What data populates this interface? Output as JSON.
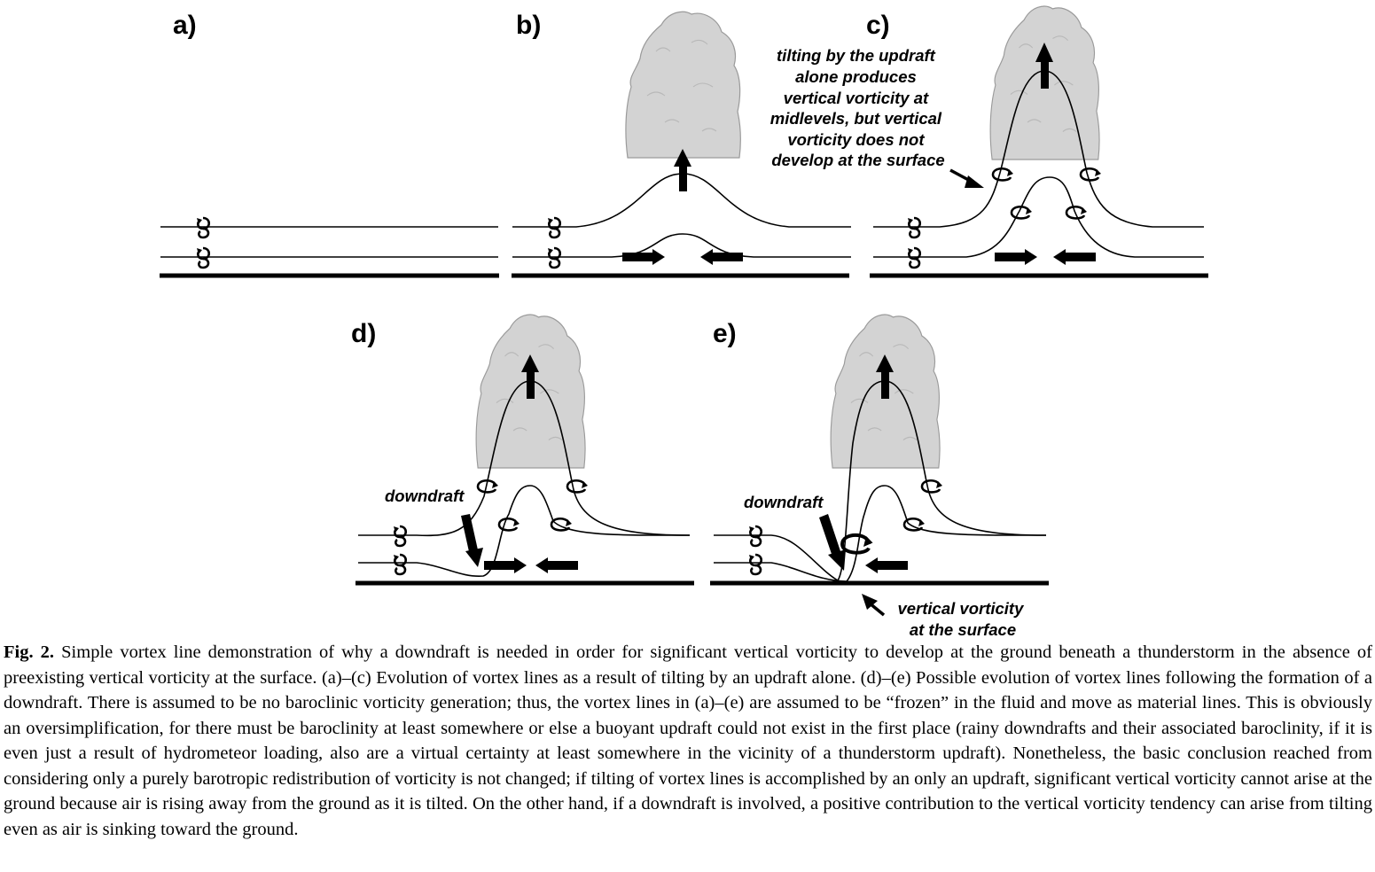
{
  "panels": {
    "a": {
      "label": "a)"
    },
    "b": {
      "label": "b)"
    },
    "c": {
      "label": "c)",
      "annotation": [
        "tilting by the updraft",
        "alone produces",
        "vertical vorticity at",
        "midlevels, but vertical",
        "vorticity does not",
        "develop at the surface"
      ]
    },
    "d": {
      "label": "d)",
      "downdraft_label": "downdraft"
    },
    "e": {
      "label": "e)",
      "downdraft_label": "downdraft",
      "annotation": [
        "vertical vorticity",
        "at the surface"
      ]
    }
  },
  "colors": {
    "cloud": "#d3d3d3",
    "ink": "#000000"
  },
  "caption": {
    "label": "Fig. 2.",
    "text": " Simple vortex line demonstration of why a downdraft is needed in order for significant vertical vorticity to develop at the ground beneath a thunderstorm in the absence of preexisting vertical vorticity at the surface. (a)–(c) Evolution of vortex lines as a result of tilting by an updraft alone. (d)–(e) Possible evolution of vortex lines following the formation of a downdraft. There is assumed to be no baroclinic vorticity generation; thus, the vortex lines in (a)–(e) are assumed to be “frozen” in the fluid and move as material lines. This is obviously an oversimplification, for there must be baroclinity at least somewhere or else a buoyant updraft could not exist in the first place (rainy downdrafts and their associated baroclinity, if it is even just a result of hydrometeor loading, also are a virtual certainty at least somewhere in the vicinity of a thunderstorm updraft). Nonetheless, the basic conclusion reached from considering only a purely barotropic redistribution of vorticity is not changed; if tilting of vortex lines is accomplished by an only an updraft, significant vertical vorticity cannot arise at the ground because air is rising away from the ground as it is tilted. On the other hand, if a downdraft is involved, a positive contribution to the vertical vorticity tendency can arise from tilting even as air is sinking toward the ground."
  }
}
